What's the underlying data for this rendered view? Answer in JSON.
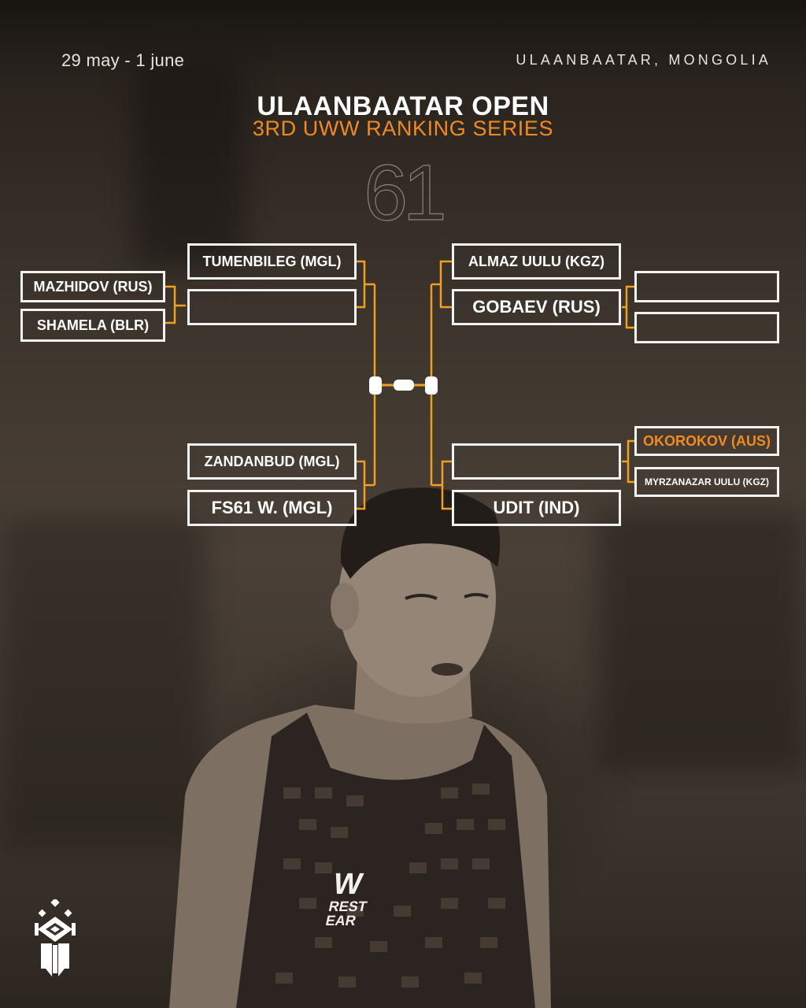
{
  "event": {
    "dates": "29 may - 1 june",
    "location": "ULAANBAATAR, MONGOLIA",
    "title": "ULAANBAATAR OPEN",
    "subtitle": "3RD UWW RANKING SERIES",
    "weight_class": "61"
  },
  "colors": {
    "accent": "#f08a24",
    "box_border": "#f2f2f2",
    "text": "#ffffff"
  },
  "bracket": {
    "left_outer": [
      "MAZHIDOV (RUS)",
      "SHAMELA (BLR)"
    ],
    "left_top": [
      "TUMENBILEG (MGL)",
      ""
    ],
    "left_bottom": [
      "ZANDANBUD (MGL)",
      "FS61 W. (MGL)"
    ],
    "right_top": [
      "ALMAZ UULU (KGZ)",
      "GOBAEV (RUS)"
    ],
    "right_outer_top": [
      "",
      ""
    ],
    "right_bottom": [
      "",
      "UDIT (IND)"
    ],
    "right_outer_bottom": [
      "OKOROKOV (AUS)",
      "MYRZANAZAR UULU (KGZ)"
    ]
  },
  "icons": {
    "final": "dumbbell-connector-icon",
    "logo": "federation-logo-icon"
  },
  "photo": {
    "shirt_text_line1": "REST",
    "shirt_text_line2": "EAR",
    "shirt_initial": "W"
  }
}
